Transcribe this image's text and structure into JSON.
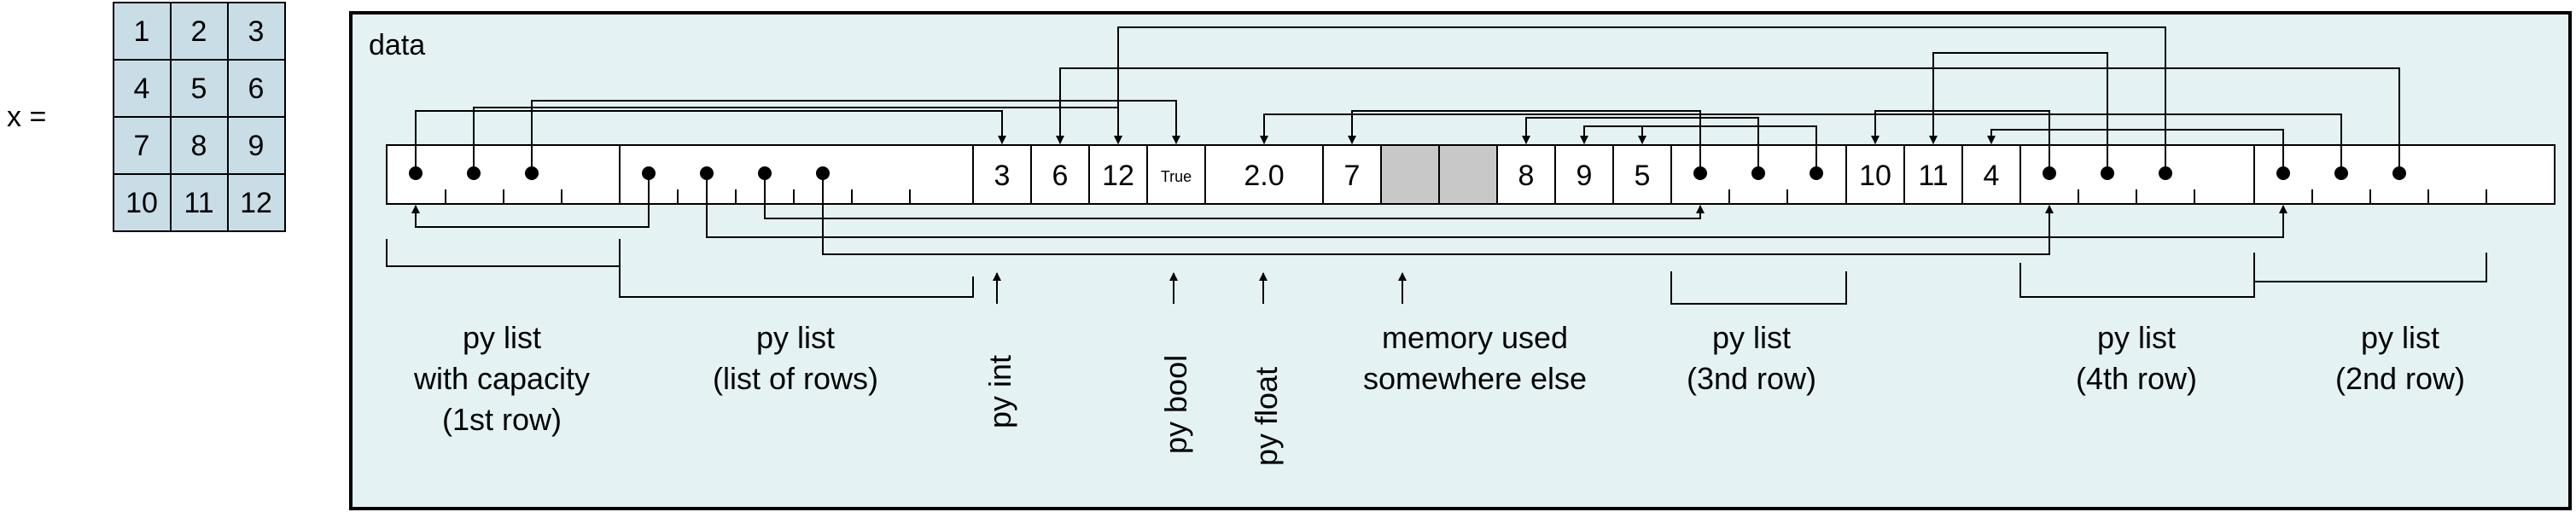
{
  "matrix": {
    "assign_label": "x =",
    "rows": [
      [
        "1",
        "2",
        "3"
      ],
      [
        "4",
        "5",
        "6"
      ],
      [
        "7",
        "8",
        "9"
      ],
      [
        "10",
        "11",
        "12"
      ]
    ],
    "cell_color": "#c9dde7"
  },
  "memory": {
    "panel_label": "data",
    "panel_color": "#e5f2f4",
    "unused_color": "#c8c8c8",
    "value_cells": {
      "int_3": "3",
      "int_6": "6",
      "int_12": "12",
      "bool_true": "True",
      "float_2": "2.0",
      "int_7": "7",
      "int_8": "8",
      "int_9": "9",
      "int_5": "5",
      "int_10": "10",
      "int_11": "11",
      "int_4": "4"
    }
  },
  "annotations": {
    "list_1st_row": [
      "py list",
      "with capacity",
      "(1st row)"
    ],
    "list_of_rows": [
      "py list",
      "(list of rows)"
    ],
    "py_int": "py int",
    "py_bool": "py bool",
    "py_float": "py float",
    "memory_else": [
      "memory used",
      "somewhere else"
    ],
    "list_3rd_row": [
      "py list",
      "(3nd row)"
    ],
    "list_4th_row": [
      "py list",
      "(4th row)"
    ],
    "list_2nd_row": [
      "py list",
      "(2nd row)"
    ]
  }
}
